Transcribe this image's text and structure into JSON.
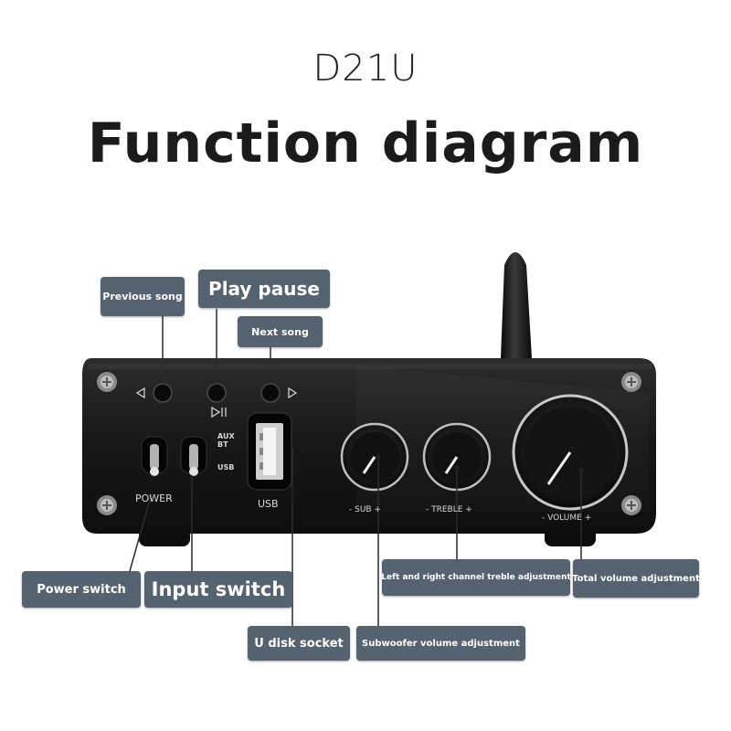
{
  "header": {
    "model": "D21U",
    "title": "Function diagram"
  },
  "labels": {
    "previous_song": "Previous song",
    "play_pause": "Play pause",
    "next_song": "Next song",
    "power_switch": "Power switch",
    "input_switch": "Input switch",
    "u_disk_socket": "U disk socket",
    "subwoofer_volume": "Subwoofer volume adjustment",
    "treble_adjustment": "Left and right channel treble adjustment",
    "total_volume": "Total volume adjustment"
  },
  "panel": {
    "power": "POWER",
    "aux": "AUX",
    "bt": "BT",
    "usb_switch": "USB",
    "usb_port": "USB",
    "sub": "- SUB +",
    "treble": "- TREBLE +",
    "volume": "- VOLUME +"
  },
  "colors": {
    "label_bg": "#556270",
    "device_body": "#1a1a1a"
  }
}
